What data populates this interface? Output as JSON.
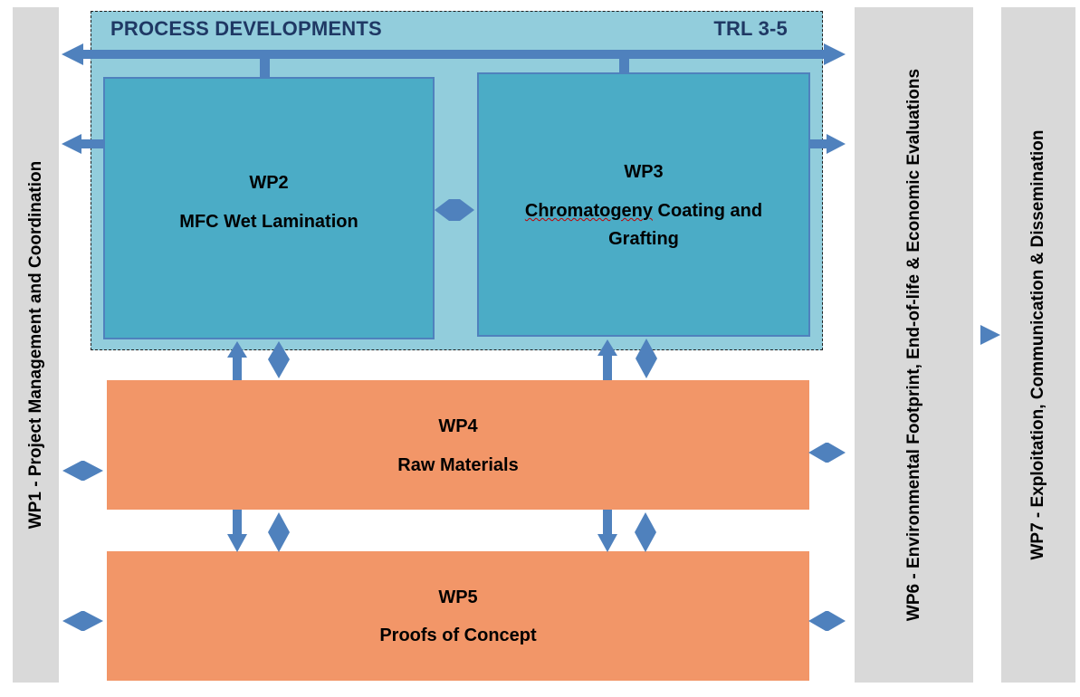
{
  "wp1": {
    "label": "WP1 - Project Management and Coordination"
  },
  "wp6": {
    "label": "WP6 - Environmental Footprint, End-of-life & Economic Evaluations"
  },
  "wp7": {
    "label": "WP7 - Exploitation, Communication & Dissemination"
  },
  "process": {
    "title": "PROCESS DEVELOPMENTS",
    "trl": "TRL 3-5"
  },
  "wp2": {
    "id": "WP2",
    "name": "MFC Wet Lamination"
  },
  "wp3": {
    "id": "WP3",
    "name_first": "Chromatogeny",
    "name_rest": " Coating and",
    "name_line2": "Grafting"
  },
  "wp4": {
    "id": "WP4",
    "name": "Raw Materials"
  },
  "wp5": {
    "id": "WP5",
    "name": "Proofs of Concept"
  },
  "colors": {
    "process_bg": "#92cddc",
    "wp_blue": "#4bacc6",
    "wp_orange": "#f29668",
    "arrow": "#4f81bd",
    "side_bar": "#d9d9d9",
    "header_text": "#1f3864"
  }
}
